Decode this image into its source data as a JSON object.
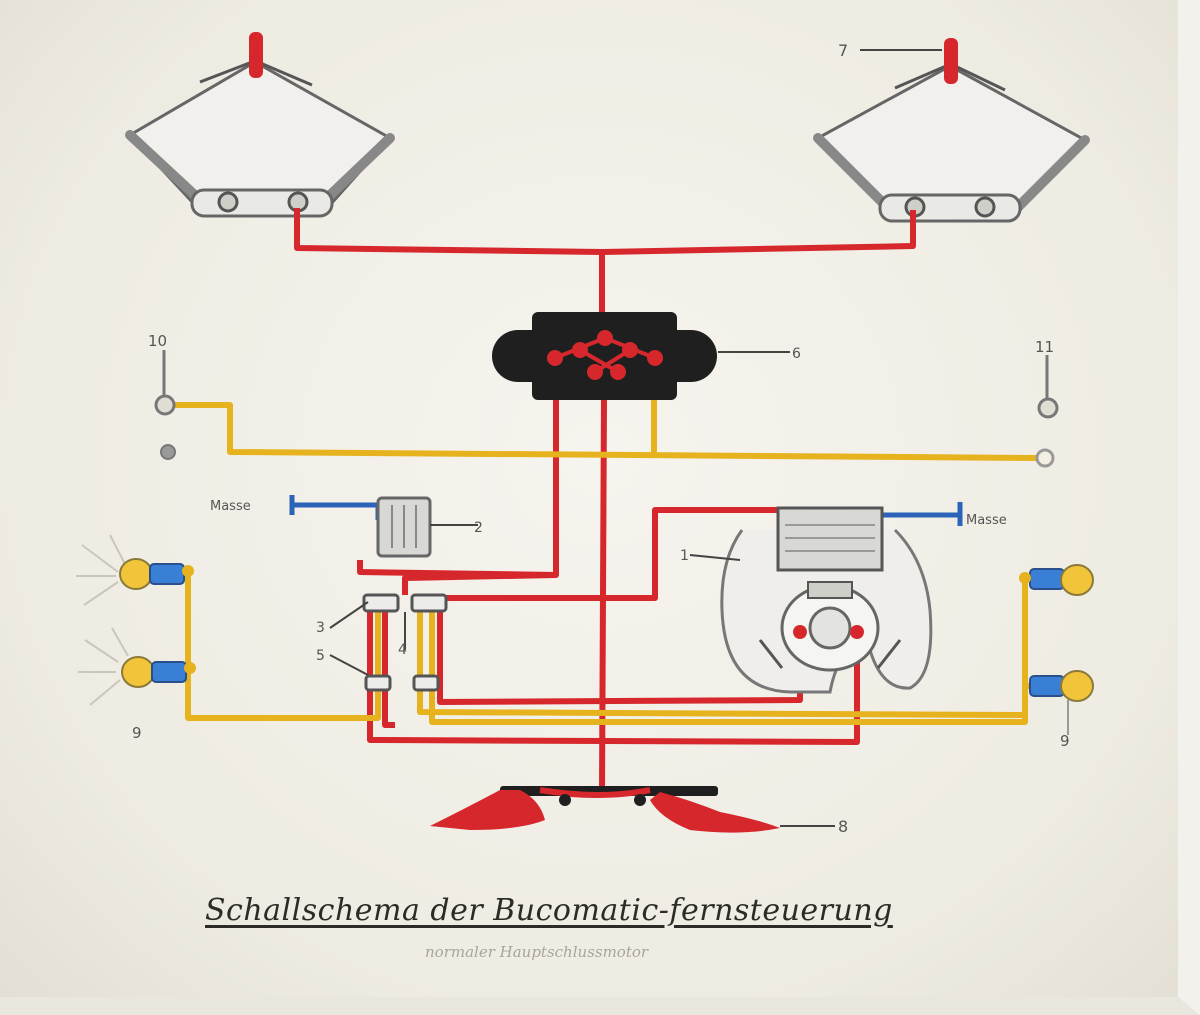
{
  "diagram": {
    "caption": "Schallschema der Bucomatic-fernsteuerung",
    "subcaption": "normaler Hauptschlussmotor",
    "labels": {
      "l1": "1",
      "l2": "2",
      "l3": "3",
      "l4": "4",
      "l5": "5",
      "l6": "6",
      "l7": "7",
      "l8": "8",
      "l9_left": "9",
      "l9_right": "9",
      "l10": "10",
      "l11": "11",
      "masse_left": "Masse",
      "masse_right": "Masse"
    },
    "colors": {
      "power_wire": "#d6282c",
      "signal_wire": "#e6b21e",
      "ground_wire": "#2a63b8",
      "component": "#d8d8d4",
      "outline": "#555555",
      "unit": "#1f1f1f",
      "lamp_bulb": "#f2c43a",
      "lamp_socket": "#3a7fd6"
    }
  }
}
